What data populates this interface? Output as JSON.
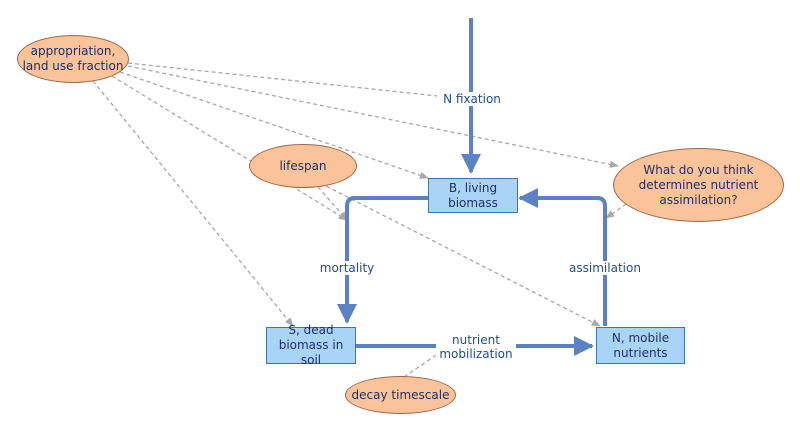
{
  "colors": {
    "flow": "#5b82c4",
    "link": "#a8a8a8",
    "stock_fill": "#a9d4f5",
    "aux_fill": "#fbc39a"
  },
  "stocks": {
    "living_biomass": "B, living\nbiomass",
    "dead_biomass": "S, dead\nbiomass in soil",
    "mobile_nutrients": "N, mobile\nnutrients"
  },
  "auxiliaries": {
    "appropriation": "appropriation,\nland use fraction",
    "lifespan": "lifespan",
    "assimilation_question": "What do you think\ndetermines nutrient\nassimilation?",
    "decay_timescale": "decay timescale"
  },
  "flows": {
    "n_fixation": "N fixation",
    "mortality": "mortality",
    "assimilation": "assimilation",
    "nutrient_mobilization": "nutrient\nmobilization"
  }
}
